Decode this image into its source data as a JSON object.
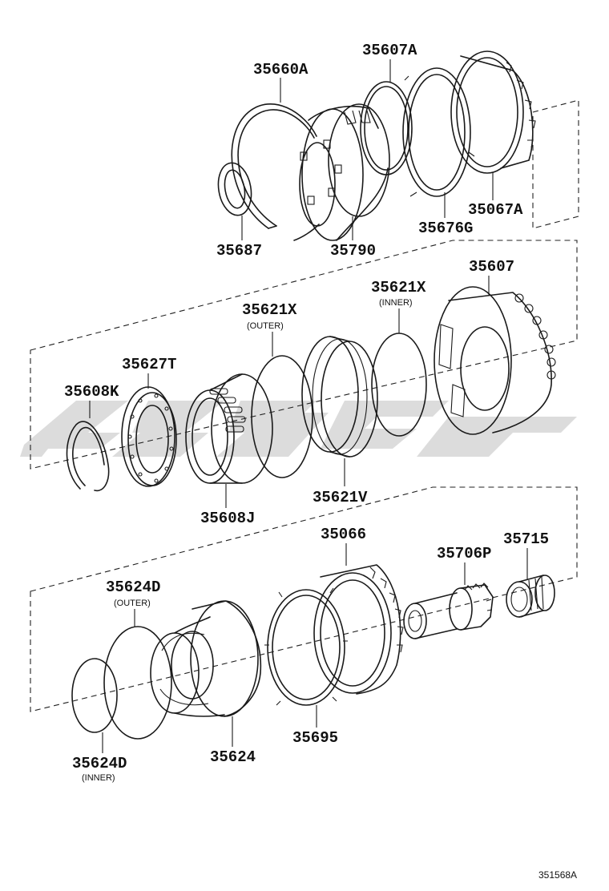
{
  "drawing_code": "351568A",
  "parts": {
    "p35660A": "35660A",
    "p35607A": "35607A",
    "p35687": "35687",
    "p35790": "35790",
    "p35676G": "35676G",
    "p35067A": "35067A",
    "p35607": "35607",
    "p35621X_outer": "35621X",
    "p35621X_inner": "35621X",
    "p35627T": "35627T",
    "p35608K": "35608K",
    "p35608J": "35608J",
    "p35621V": "35621V",
    "p35066": "35066",
    "p35706P": "35706P",
    "p35715": "35715",
    "p35624D_outer": "35624D",
    "p35624D_inner": "35624D",
    "p35624": "35624",
    "p35695": "35695"
  },
  "sublabels": {
    "outer_1": "(OUTER)",
    "inner_1": "(INNER)",
    "outer_2": "(OUTER)",
    "inner_2": "(INNER)"
  },
  "colors": {
    "line": "#1a1a1a",
    "watermark": "#d6d6d6"
  }
}
